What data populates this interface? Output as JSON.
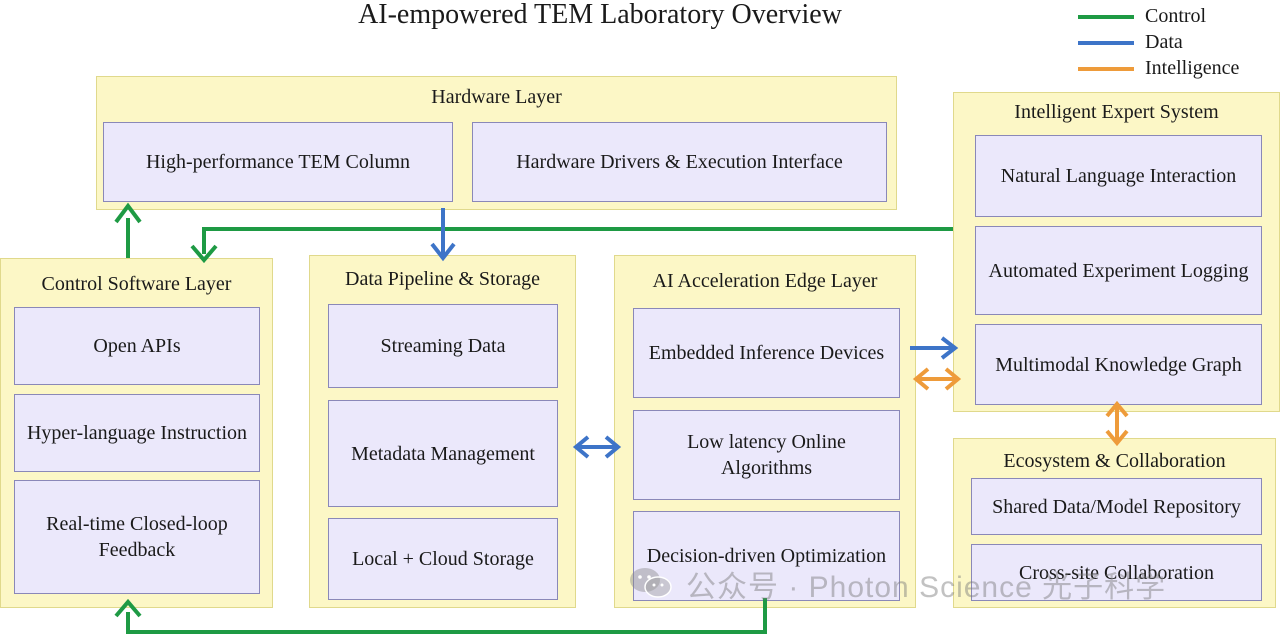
{
  "title": "AI-empowered TEM Laboratory Overview",
  "legend": [
    {
      "label": "Control",
      "color": "#1e9a44"
    },
    {
      "label": "Data",
      "color": "#3d74c8"
    },
    {
      "label": "Intelligence",
      "color": "#ee9b3a"
    }
  ],
  "hardware": {
    "title": "Hardware Layer",
    "items": [
      "High-performance TEM Column",
      "Hardware Drivers & Execution Interface"
    ]
  },
  "control": {
    "title": "Control Software Layer",
    "items": [
      "Open APIs",
      "Hyper-language Instruction",
      "Real-time Closed-loop Feedback"
    ]
  },
  "pipeline": {
    "title": "Data Pipeline & Storage",
    "items": [
      "Streaming Data",
      "Metadata Management",
      "Local + Cloud  Storage"
    ]
  },
  "ai_edge": {
    "title": "AI Acceleration Edge Layer",
    "items": [
      "Embedded Inference Devices",
      "Low latency Online Algorithms",
      "Decision-driven Optimization"
    ]
  },
  "expert": {
    "title": "Intelligent Expert System",
    "items": [
      "Natural Language Interaction",
      "Automated Experiment Logging",
      "Multimodal Knowledge Graph"
    ]
  },
  "ecosystem": {
    "title": "Ecosystem & Collaboration",
    "items": [
      "Shared Data/Model Repository",
      "Cross-site Collaboration"
    ]
  },
  "watermark": "公众号 · Photon Science 光子科学"
}
